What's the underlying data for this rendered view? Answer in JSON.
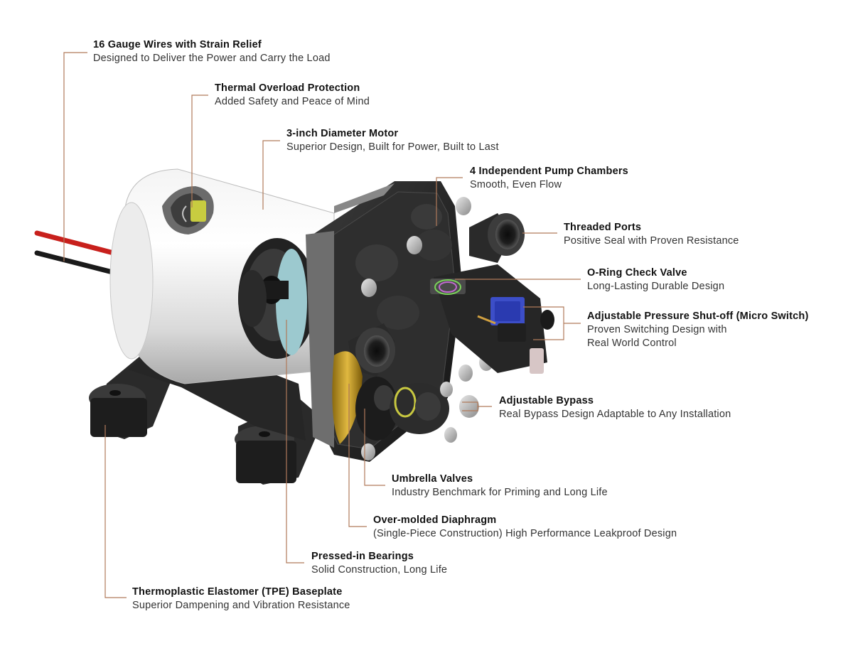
{
  "diagram": {
    "leader_color": "#b07a5a",
    "callouts": [
      {
        "id": "wires",
        "title": "16 Gauge Wires with Strain Relief",
        "desc": [
          "Designed to Deliver the Power and Carry the Load"
        ]
      },
      {
        "id": "thermal",
        "title": "Thermal Overload Protection",
        "desc": [
          "Added Safety and Peace of Mind"
        ]
      },
      {
        "id": "motor",
        "title": "3-inch Diameter Motor",
        "desc": [
          "Superior Design, Built for Power, Built to Last"
        ]
      },
      {
        "id": "chambers",
        "title": "4 Independent Pump Chambers",
        "desc": [
          "Smooth, Even Flow"
        ]
      },
      {
        "id": "ports",
        "title": "Threaded Ports",
        "desc": [
          "Positive Seal with Proven Resistance"
        ]
      },
      {
        "id": "oring",
        "title": "O-Ring Check Valve",
        "desc": [
          "Long-Lasting Durable Design"
        ]
      },
      {
        "id": "pressure",
        "title": "Adjustable Pressure Shut-off (Micro Switch)",
        "desc": [
          "Proven Switching Design with",
          "Real World Control"
        ]
      },
      {
        "id": "bypass",
        "title": "Adjustable Bypass",
        "desc": [
          "Real Bypass Design Adaptable to Any Installation"
        ]
      },
      {
        "id": "umbrella",
        "title": "Umbrella Valves",
        "desc": [
          "Industry Benchmark for Priming and Long Life"
        ]
      },
      {
        "id": "diaphragm",
        "title": "Over-molded Diaphragm",
        "desc": [
          "(Single-Piece Construction) High Performance Leakproof Design"
        ]
      },
      {
        "id": "bearings",
        "title": "Pressed-in Bearings",
        "desc": [
          "Solid Construction, Long Life"
        ]
      },
      {
        "id": "baseplate",
        "title": "Thermoplastic Elastomer (TPE) Baseplate",
        "desc": [
          "Superior Dampening and Vibration Resistance"
        ]
      }
    ]
  }
}
